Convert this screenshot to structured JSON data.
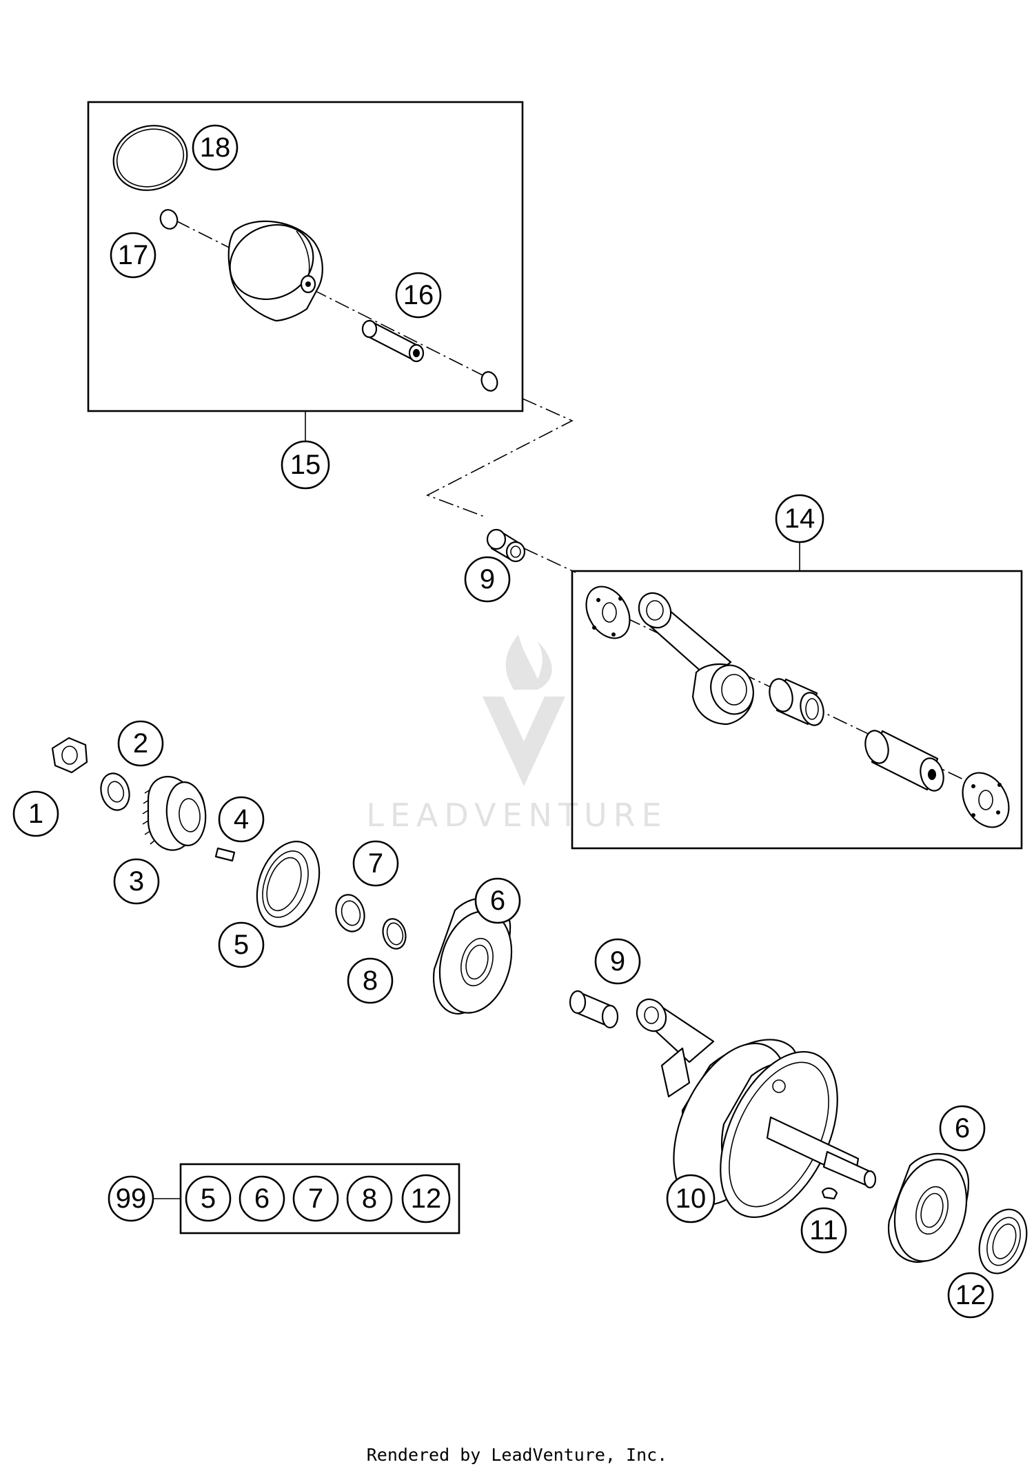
{
  "watermark": {
    "text": "LEADVENTURE",
    "logo_icon": "flame-v-logo-icon"
  },
  "footer": {
    "text": "Rendered by LeadVenture, Inc."
  },
  "callouts": {
    "c1": "1",
    "c2": "2",
    "c3": "3",
    "c4": "4",
    "c5": "5",
    "c6a": "6",
    "c6b": "6",
    "c7": "7",
    "c8": "8",
    "c9a": "9",
    "c9b": "9",
    "c10": "10",
    "c11": "11",
    "c12": "12",
    "c14": "14",
    "c15": "15",
    "c16": "16",
    "c17": "17",
    "c18": "18",
    "c99": "99"
  },
  "kit": {
    "items": [
      "5",
      "6",
      "7",
      "8",
      "12"
    ]
  },
  "colors": {
    "line": "#000000",
    "background": "#ffffff",
    "watermark": "#e2e2e2"
  }
}
